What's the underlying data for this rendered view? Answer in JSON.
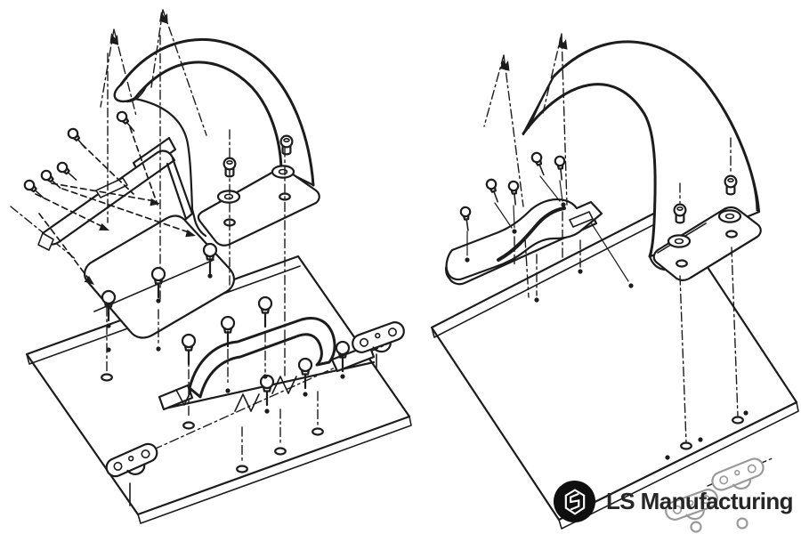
{
  "brand": {
    "wordmark": "LS Manufacturing",
    "monogram": "LS"
  },
  "colors": {
    "background": "#ffffff",
    "ink": "#1c1c1c",
    "hardware_gray": "#9a9a9a",
    "logo_black": "#0f0f0f",
    "wordmark_color": "#262626"
  },
  "figure": {
    "type": "isometric-exploded-assembly-line-drawing"
  }
}
